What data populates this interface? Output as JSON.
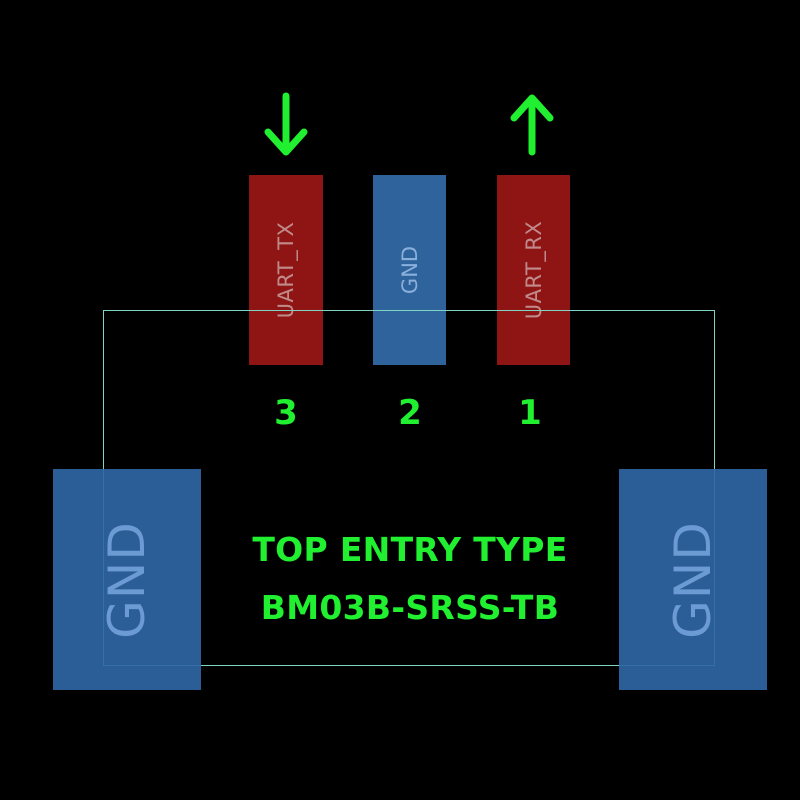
{
  "pins": {
    "pin3": {
      "label": "UART_TX",
      "number": "3"
    },
    "pin2": {
      "label": "GND",
      "number": "2"
    },
    "pin1": {
      "label": "UART_RX",
      "number": "1"
    }
  },
  "mount_pads": {
    "left": {
      "label": "GND"
    },
    "right": {
      "label": "GND"
    }
  },
  "arrows": {
    "pin3": "arrow-down-icon",
    "pin1": "arrow-up-icon"
  },
  "caption": {
    "line1": "TOP ENTRY TYPE",
    "line2": "BM03B-SRSS-TB"
  },
  "colors": {
    "background": "#000000",
    "signal_pad": "#8f1414",
    "gnd_pad": "#2e639c",
    "text_green": "#21f030",
    "outline": "#7fd4c4"
  }
}
